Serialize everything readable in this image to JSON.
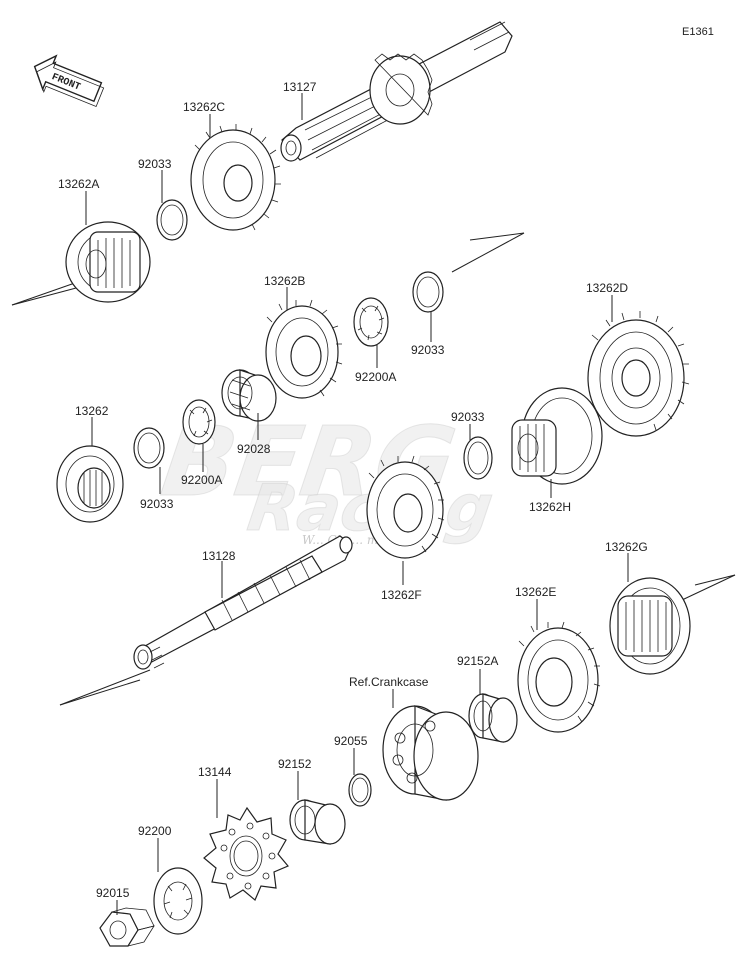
{
  "figure_code": "E1361",
  "front_label": "FRONT",
  "watermark": {
    "line1": "BERG",
    "line2": "Racing",
    "tagline": "W... Cha... made"
  },
  "ref_label": "Ref.Crankcase",
  "parts": [
    {
      "id": "p-13127",
      "label": "13127"
    },
    {
      "id": "p-13262C",
      "label": "13262C"
    },
    {
      "id": "p-92033-top",
      "label": "92033"
    },
    {
      "id": "p-13262A",
      "label": "13262A"
    },
    {
      "id": "p-13262B",
      "label": "13262B"
    },
    {
      "id": "p-92200A-mid",
      "label": "92200A"
    },
    {
      "id": "p-92033-mid",
      "label": "92033"
    },
    {
      "id": "p-13262D",
      "label": "13262D"
    },
    {
      "id": "p-13262",
      "label": "13262"
    },
    {
      "id": "p-92033-left",
      "label": "92033"
    },
    {
      "id": "p-92200A-left",
      "label": "92200A"
    },
    {
      "id": "p-92028",
      "label": "92028"
    },
    {
      "id": "p-92033-right",
      "label": "92033"
    },
    {
      "id": "p-13262H",
      "label": "13262H"
    },
    {
      "id": "p-13128",
      "label": "13128"
    },
    {
      "id": "p-13262F",
      "label": "13262F"
    },
    {
      "id": "p-13262G",
      "label": "13262G"
    },
    {
      "id": "p-13262E",
      "label": "13262E"
    },
    {
      "id": "p-92152A",
      "label": "92152A"
    },
    {
      "id": "p-92055",
      "label": "92055"
    },
    {
      "id": "p-92152",
      "label": "92152"
    },
    {
      "id": "p-13144",
      "label": "13144"
    },
    {
      "id": "p-92200",
      "label": "92200"
    },
    {
      "id": "p-92015",
      "label": "92015"
    }
  ]
}
